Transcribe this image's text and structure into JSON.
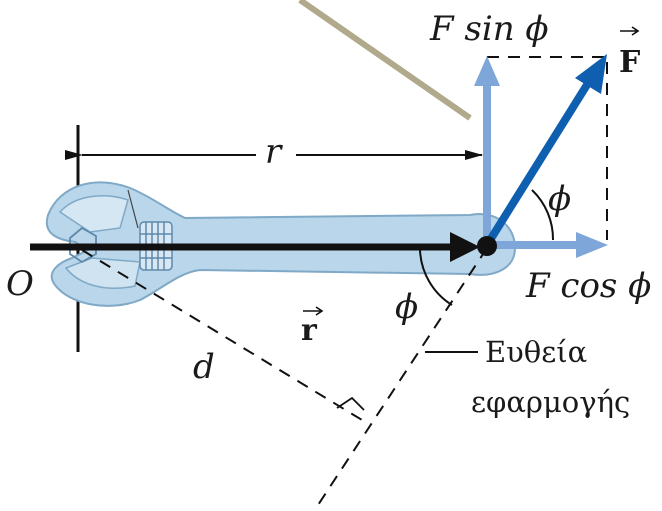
{
  "labels": {
    "origin": "O",
    "r_length": "r",
    "r_vector": "r",
    "d_length": "d",
    "phi_top": "ϕ",
    "phi_bottom": "ϕ",
    "F_sin_phi": "F sin ϕ",
    "F_cos_phi": "F cos ϕ",
    "F_vector": "F",
    "line_of_action_1": "Ευθεία",
    "line_of_action_2": "εφαρμογής"
  },
  "colors": {
    "wrench_fill": "#b9d6ea",
    "wrench_outline": "#7fa9c6",
    "force_arrow": "#0f5fb0",
    "component_arrow": "#7fa6d8",
    "position_arrow": "#111111",
    "handle_rod": "#b0a98c"
  }
}
